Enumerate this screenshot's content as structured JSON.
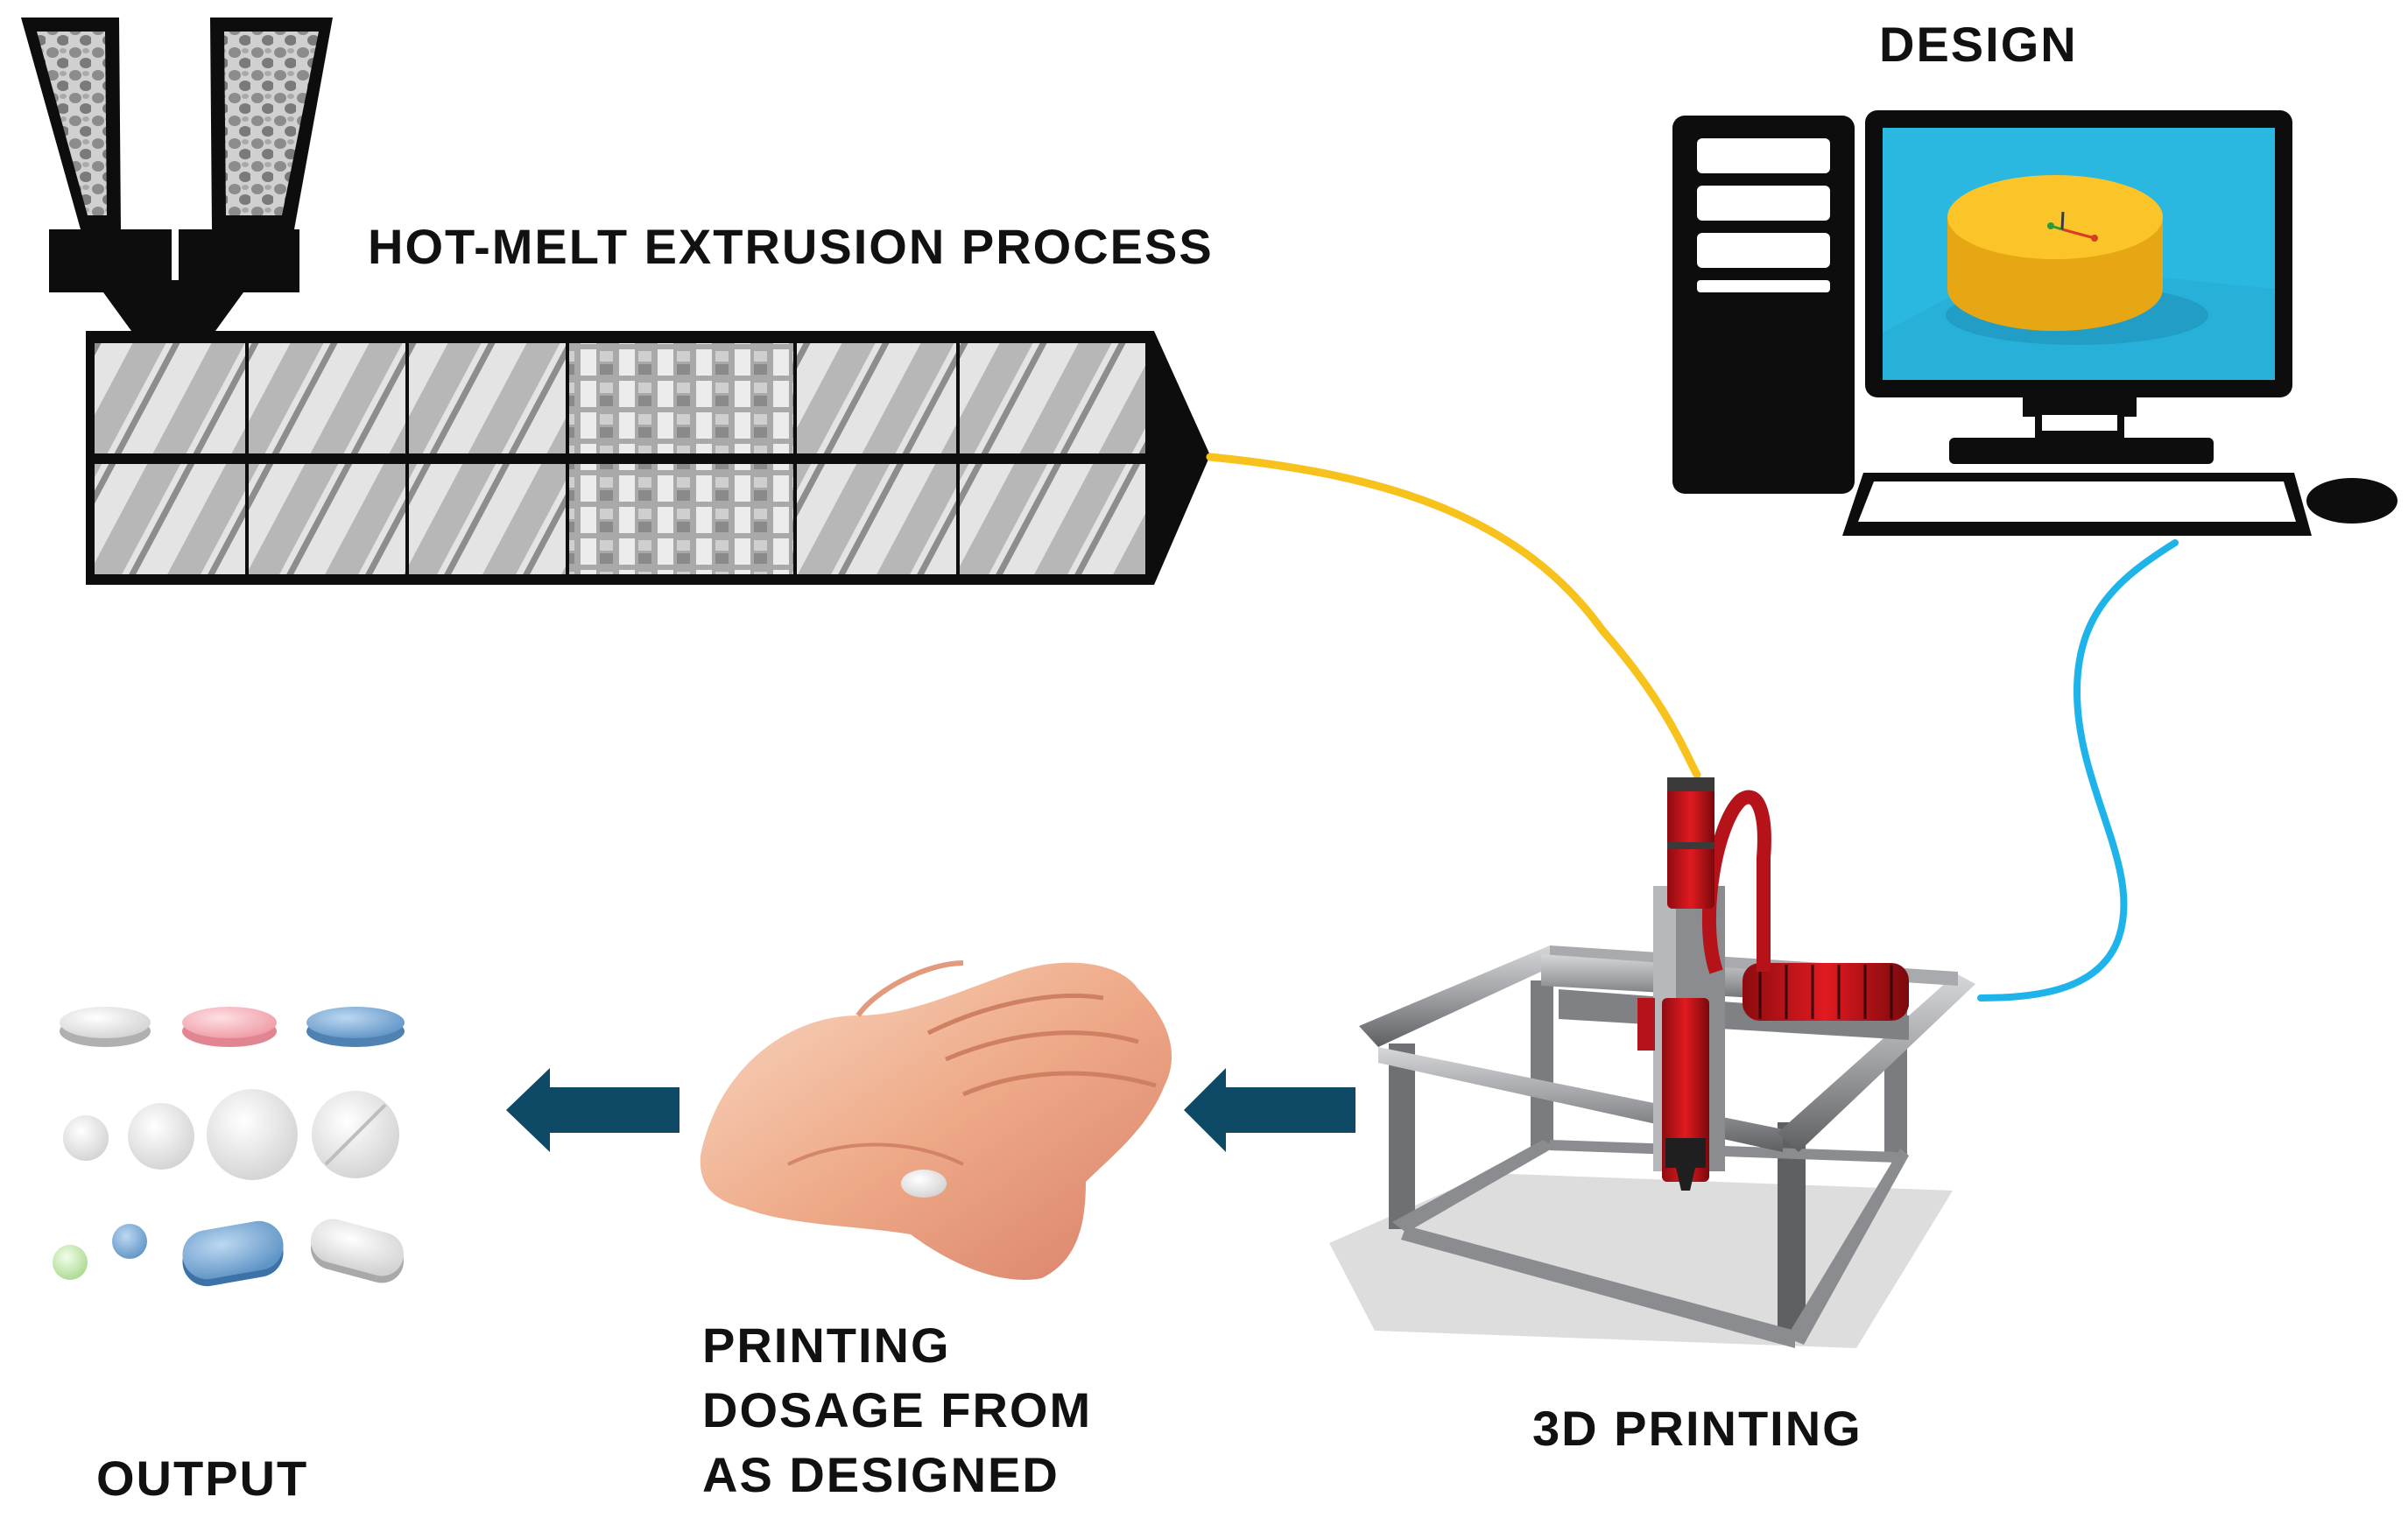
{
  "labels": {
    "hot_melt_extrusion": "HOT-MELT EXTRUSION PROCESS",
    "design": "DESIGN",
    "printing_3d": "3D PRINTING",
    "output": "OUTPUT",
    "printing_dosage": [
      "PRINTING",
      "DOSAGE FROM",
      "AS DESIGNED"
    ]
  },
  "colors": {
    "extrudate_line": "#f7c21c",
    "data_cable": "#1eb4ea",
    "arrow": "#0e4a66",
    "screen": "#2ab8e0",
    "tablet_model": "#f3b518",
    "printer_red": "#d8141b",
    "frame_gray": "#8a8c90"
  },
  "icons": {
    "extruder": "twin-screw-extruder-icon",
    "hoppers": "feed-hopper-icon",
    "computer": "desktop-computer-icon",
    "printer": "3d-printer-gantry-icon",
    "hand": "hand-holding-tablet-icon",
    "tablets": "tablet-shapes-icon"
  }
}
